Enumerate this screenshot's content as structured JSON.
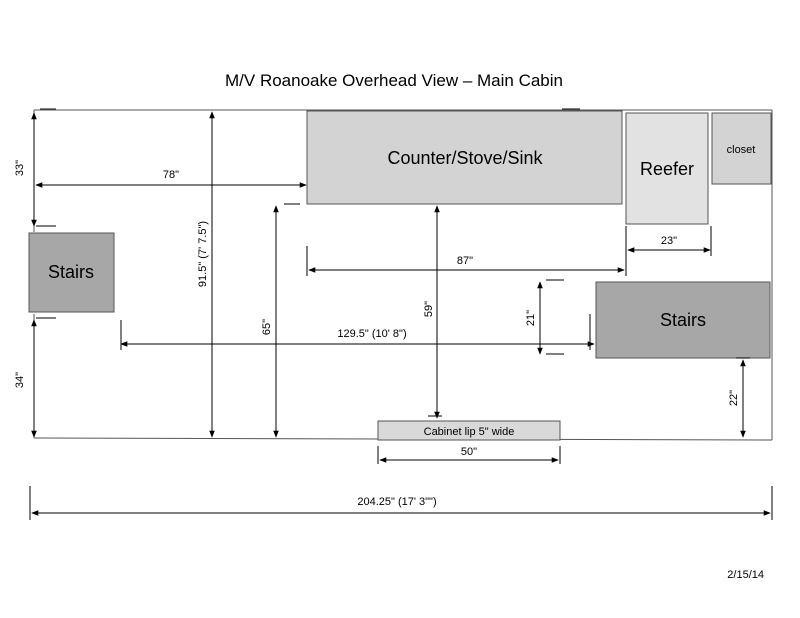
{
  "title": "M/V Roanoake Overhead View – Main Cabin",
  "date": "2/15/14",
  "rooms": {
    "counter": "Counter/Stove/Sink",
    "reefer": "Reefer",
    "closet": "closet",
    "stairs_left": "Stairs",
    "stairs_right": "Stairs",
    "cabinet_lip": "Cabinet lip 5\" wide"
  },
  "dimensions": {
    "d33": "33\"",
    "d78": "78\"",
    "d91": "91.5\" (7' 7.5\")",
    "d65": "65\"",
    "d59": "59\"",
    "d87": "87\"",
    "d23": "23\"",
    "d21": "21\"",
    "d129": "129.5\" (10' 8\")",
    "d34": "34\"",
    "d22": "22\"",
    "d50": "50\"",
    "d204": "204.25\" (17' 3\"\")"
  }
}
